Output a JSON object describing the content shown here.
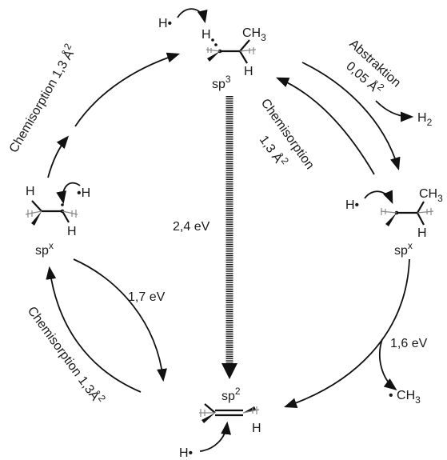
{
  "nodes": {
    "top": {
      "species": "sp",
      "exp": "3",
      "h_radical": "H•",
      "h_left": "H",
      "h_right": "H",
      "ch3": "CH",
      "ch3_sub": "3"
    },
    "left": {
      "species": "sp",
      "exp": "x",
      "h_radical": "•H",
      "h_top": "H",
      "h_bottom": "H"
    },
    "right": {
      "species": "sp",
      "exp": "x",
      "h_radical": "H•",
      "h_bottom": "H",
      "ch3": "CH",
      "ch3_sub": "3"
    },
    "bottom": {
      "species": "sp",
      "exp": "2",
      "h_right": "H",
      "h_radical": "H•"
    }
  },
  "edges": {
    "chemisorption_upper_left": {
      "process": "Chemisorption",
      "value": "1,3 Å",
      "exp": "2"
    },
    "abstraction": {
      "process": "Abstraktion",
      "value": "0,05 Å",
      "exp": "2",
      "product": "H",
      "product_sub": "2"
    },
    "chemisorption_upper_right": {
      "process": "Chemisorption",
      "value": "1,3 Å",
      "exp": "2"
    },
    "direct_energy": "2,4 eV",
    "left_energy": "1,7 eV",
    "chemisorption_lower_left": {
      "process": "Chemisorption",
      "value": "1,3Å",
      "exp": "2"
    },
    "right_energy": "1,6 eV",
    "ch3_product": "• CH",
    "ch3_product_sub": "3"
  },
  "colors": {
    "ink": "#111111",
    "hash": "#888888"
  }
}
